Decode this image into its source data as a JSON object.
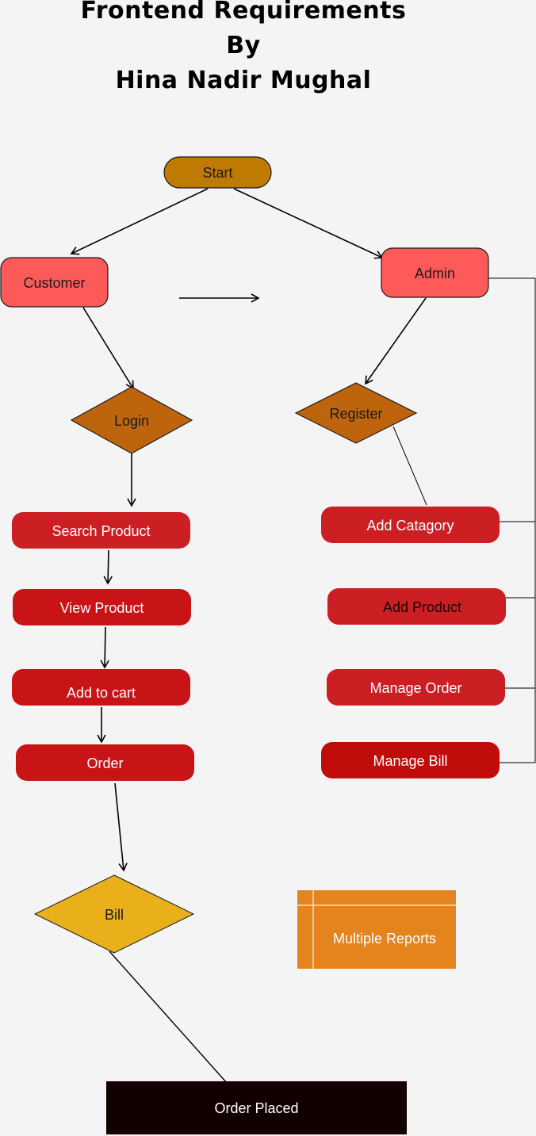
{
  "title": {
    "line1": "Frontend Requirements",
    "line2": "By",
    "line3": "Hina Nadir Mughal"
  },
  "nodes": {
    "start": "Start",
    "customer": "Customer",
    "admin": "Admin",
    "login": "Login",
    "register": "Register",
    "search_product": "Search Product",
    "view_product": "View Product",
    "add_to_cart": "Add to cart",
    "order": "Order",
    "bill": "Bill",
    "order_placed": "Order Placed",
    "add_category": "Add Catagory",
    "add_product": "Add Product",
    "manage_order": "Manage Order",
    "manage_bill": "Manage Bill",
    "multiple_reports": "Multiple Reports"
  },
  "colors": {
    "background": "#f4f4f4",
    "start": "#bf7a00",
    "role": "#ff5a5a",
    "decision": "#bd640d",
    "action": "#cc1a1a",
    "bill": "#e9b01c",
    "reports": "#e5831c",
    "terminal": "#120000"
  }
}
